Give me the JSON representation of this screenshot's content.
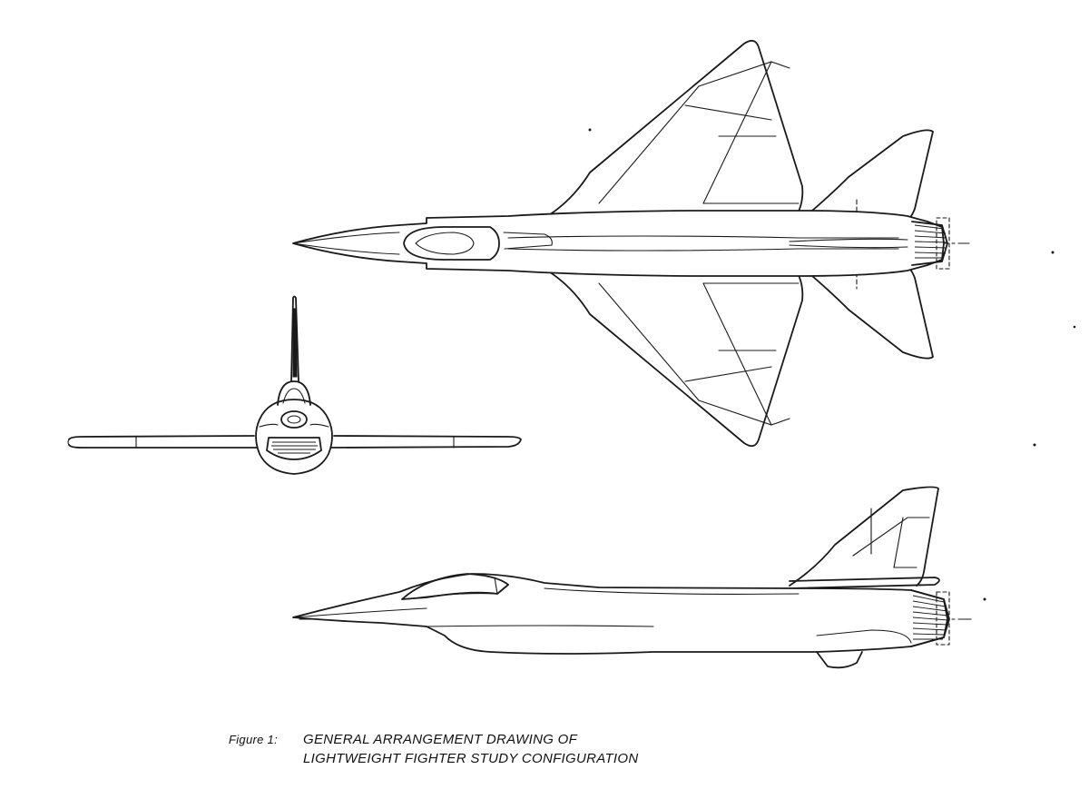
{
  "figure": {
    "number_label": "Figure 1:",
    "title_line1": "GENERAL ARRANGEMENT DRAWING OF",
    "title_line2": "LIGHTWEIGHT FIGHTER STUDY CONFIGURATION"
  },
  "views": [
    "plan-view",
    "front-view",
    "side-view"
  ],
  "colors": {
    "ink": "#1a1a1a",
    "paper": "#ffffff"
  }
}
